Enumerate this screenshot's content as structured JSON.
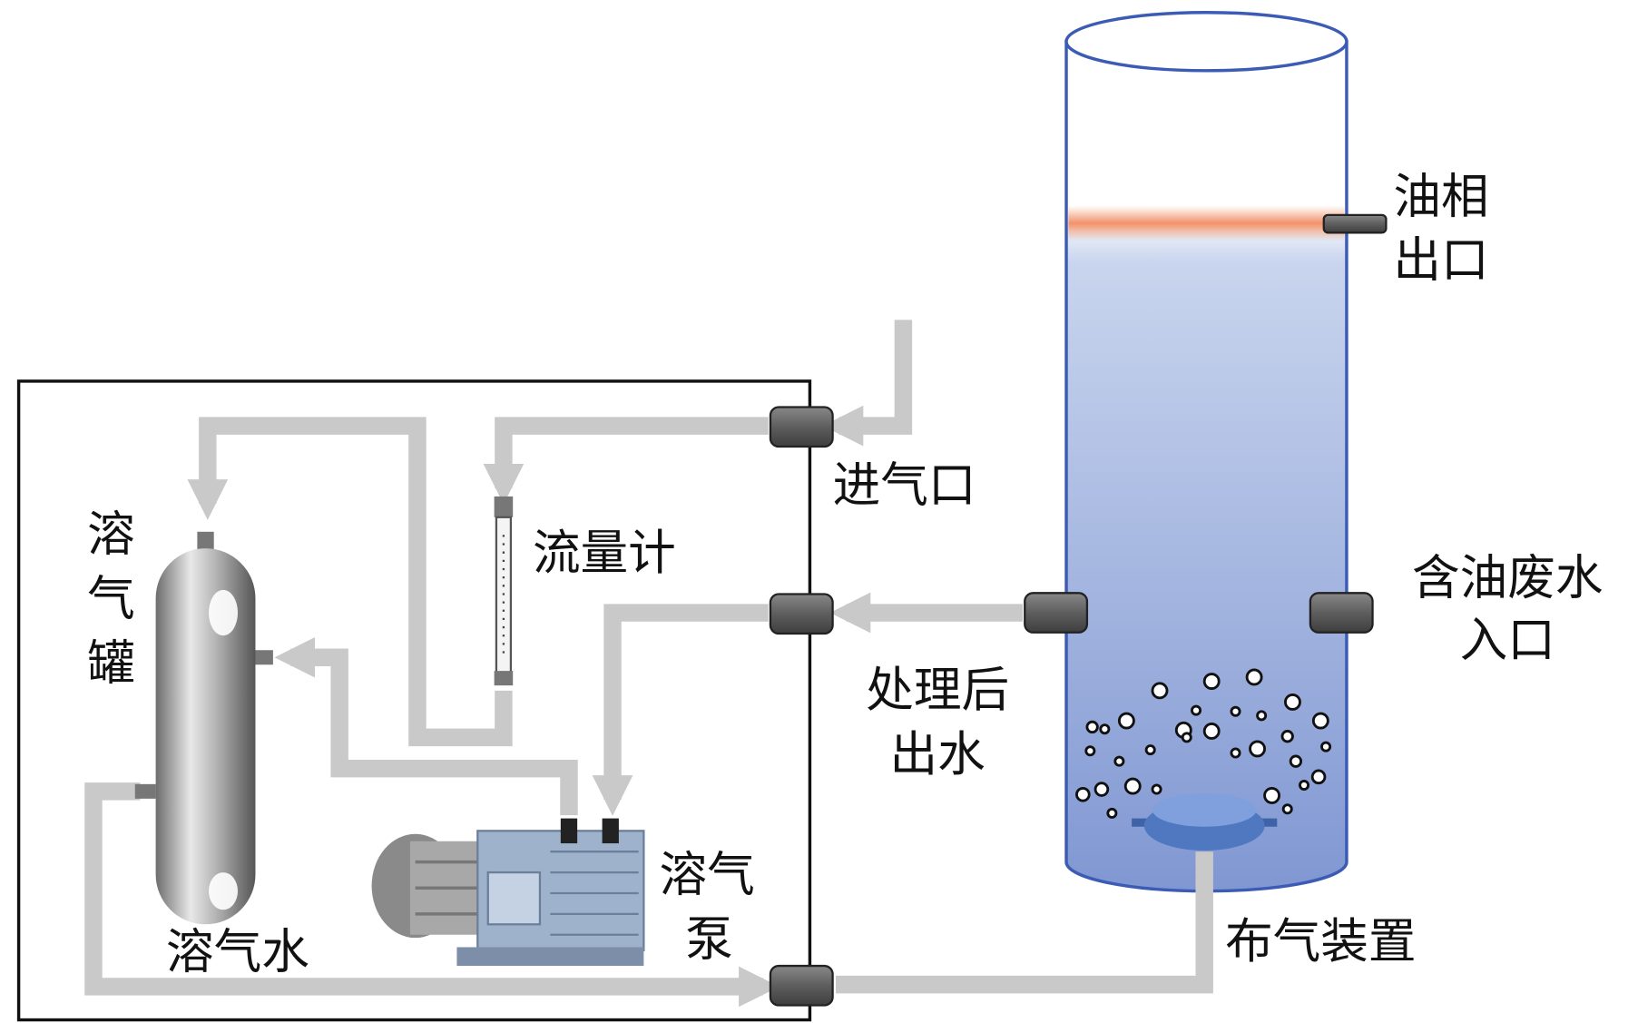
{
  "labels": {
    "oil_outlet": [
      "油相",
      "出口"
    ],
    "air_inlet": "进气口",
    "flowmeter": "流量计",
    "dissolved_air_tank": [
      "溶",
      "气",
      "罐"
    ],
    "oily_wastewater_inlet": [
      "含油废水",
      "入口"
    ],
    "treated_outlet": [
      "处理后",
      "出水"
    ],
    "dissolved_air_water": "溶气水",
    "dissolved_air_pump": [
      "溶气",
      "泵"
    ],
    "air_distributor": "布气装置"
  },
  "colors": {
    "pipe": "#c9c9c9",
    "column_water": "#8fa6d8",
    "oil_layer": "#f4a070",
    "connector": "#6e6e6e",
    "distributor": "#5a82c8",
    "pump": "#9fb2cc"
  }
}
